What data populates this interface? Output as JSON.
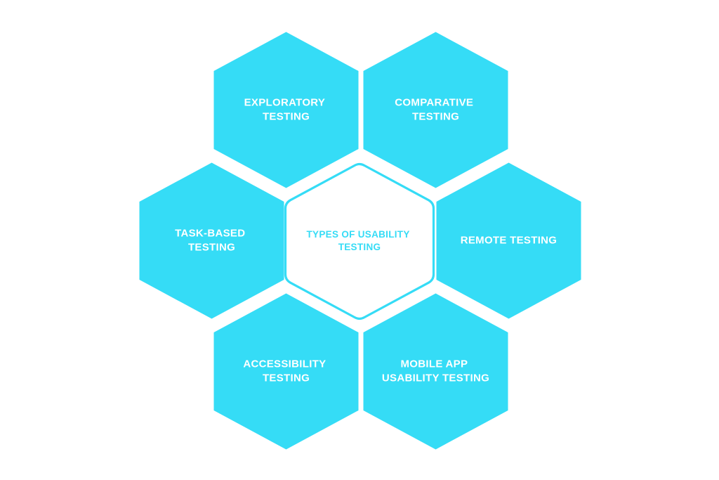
{
  "diagram": {
    "title": "Types of Usability Testing",
    "background_color": "#ffffff",
    "accent_color": "#35dcf6",
    "outer_label_color": "#ffffff",
    "center_label_color": "#35dcf6",
    "center": {
      "id": "center-hexagon",
      "name": "types-of-usability-testing",
      "style": "outlined",
      "lines": [
        "TYPES OF USABILITY",
        "TESTING"
      ]
    },
    "nodes": [
      {
        "id": "top-left-hexagon",
        "name": "exploratory-testing",
        "position": "top-left",
        "style": "filled",
        "lines": [
          "EXPLORATORY",
          "TESTING"
        ]
      },
      {
        "id": "top-right-hexagon",
        "name": "comparative-testing",
        "position": "top-right",
        "style": "filled",
        "lines": [
          "COMPARATIVE",
          "TESTING"
        ]
      },
      {
        "id": "left-hexagon",
        "name": "task-based-testing",
        "position": "left",
        "style": "filled",
        "lines": [
          "TASK-BASED",
          "TESTING"
        ]
      },
      {
        "id": "right-hexagon",
        "name": "remote-testing",
        "position": "right",
        "style": "filled",
        "lines": [
          "REMOTE TESTING"
        ]
      },
      {
        "id": "bottom-left-hexagon",
        "name": "accessibility-testing",
        "position": "bottom-left",
        "style": "filled",
        "lines": [
          "ACCESSIBILITY",
          "TESTING"
        ]
      },
      {
        "id": "bottom-right-hexagon",
        "name": "mobile-app-usability-testing",
        "position": "bottom-right",
        "style": "filled",
        "lines": [
          "MOBILE APP",
          "USABILITY TESTING"
        ]
      }
    ]
  }
}
